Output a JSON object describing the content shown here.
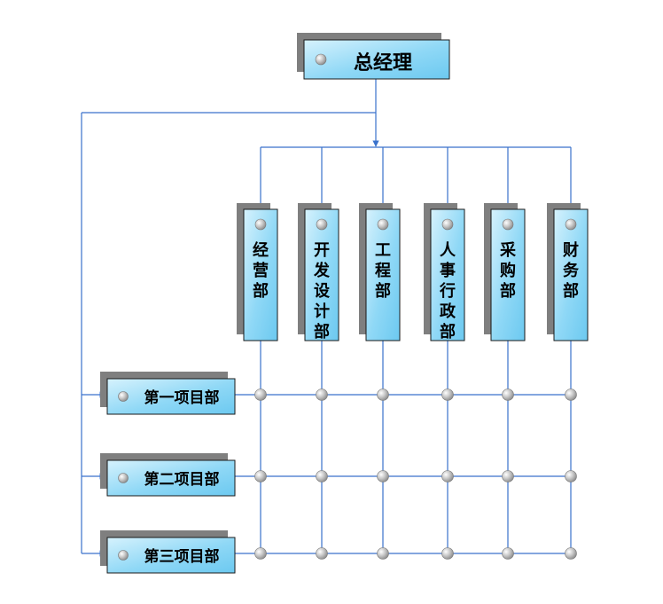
{
  "top": {
    "label": "总经理"
  },
  "departments": [
    {
      "label": "经营部"
    },
    {
      "label": "开发设计部"
    },
    {
      "label": "工程部"
    },
    {
      "label": "人事行政部"
    },
    {
      "label": "采购部"
    },
    {
      "label": "财务部"
    }
  ],
  "projects": [
    {
      "label": "第一项目部"
    },
    {
      "label": "第二项目部"
    },
    {
      "label": "第三项目部"
    }
  ],
  "colors": {
    "line": "#3a72cc",
    "box_light": "#c9ecfb",
    "box_dark": "#6fcaf1",
    "shadow": "#7f7f7f"
  }
}
